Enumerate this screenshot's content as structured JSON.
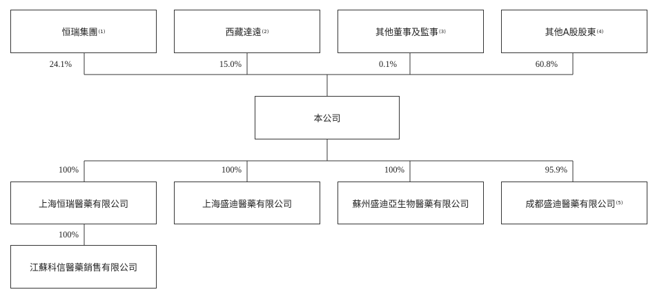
{
  "shareholders": [
    {
      "name": "恒瑞集團",
      "note": "(1)",
      "pct": "24.1%"
    },
    {
      "name": "西藏達遠",
      "note": "(2)",
      "pct": "15.0%"
    },
    {
      "name": "其他董事及監事",
      "note": "(3)",
      "pct": "0.1%"
    },
    {
      "name": "其他A股股東",
      "note": "(4)",
      "pct": "60.8%"
    }
  ],
  "company": {
    "name": "本公司"
  },
  "subsidiaries": [
    {
      "name": "上海恒瑞醫藥有限公司",
      "note": "",
      "pct": "100%"
    },
    {
      "name": "上海盛迪醫藥有限公司",
      "note": "",
      "pct": "100%"
    },
    {
      "name": "蘇州盛迪亞生物醫藥有限公司",
      "note": "",
      "pct": "100%"
    },
    {
      "name": "成都盛迪醫藥有限公司",
      "note": "(5)",
      "pct": "95.9%"
    }
  ],
  "sub_subsidiary": {
    "name": "江蘇科信醫藥銷售有限公司",
    "pct": "100%"
  }
}
